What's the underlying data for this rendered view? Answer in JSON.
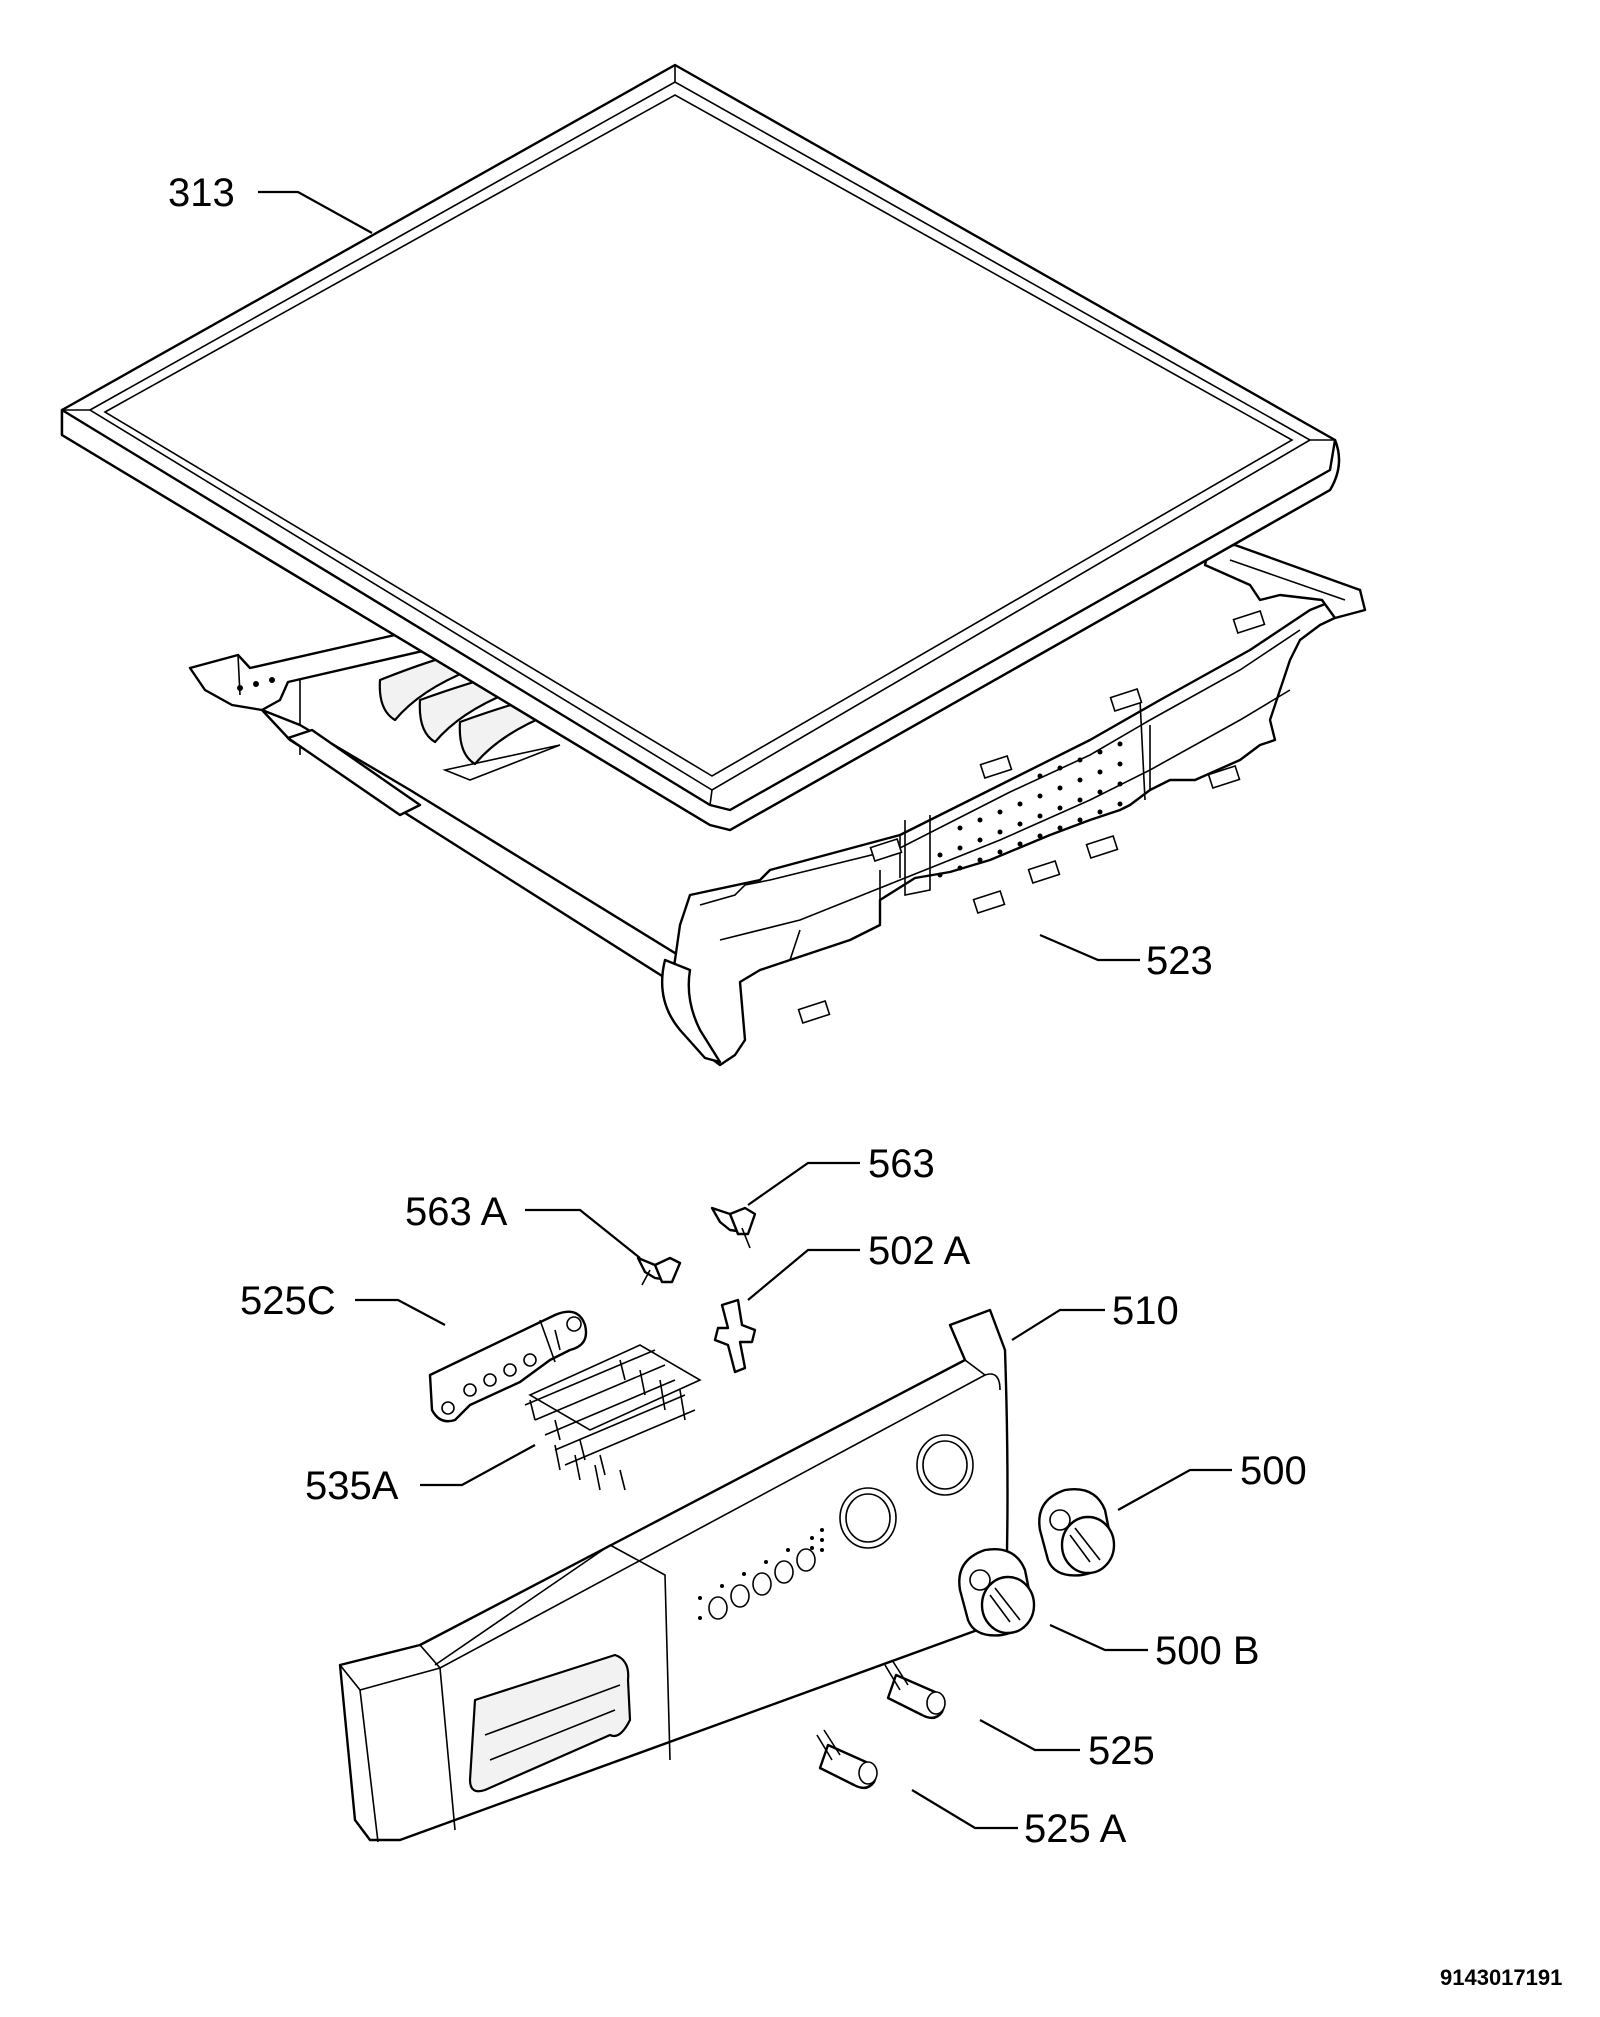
{
  "labels": {
    "p313": "313",
    "p523": "523",
    "p563": "563",
    "p563a": "563 A",
    "p502a": "502 A",
    "p525c": "525C",
    "p510": "510",
    "p535a": "535A",
    "p500": "500",
    "p500b": "500 B",
    "p525": "525",
    "p525a": "525 A"
  },
  "document_number": "9143017191"
}
